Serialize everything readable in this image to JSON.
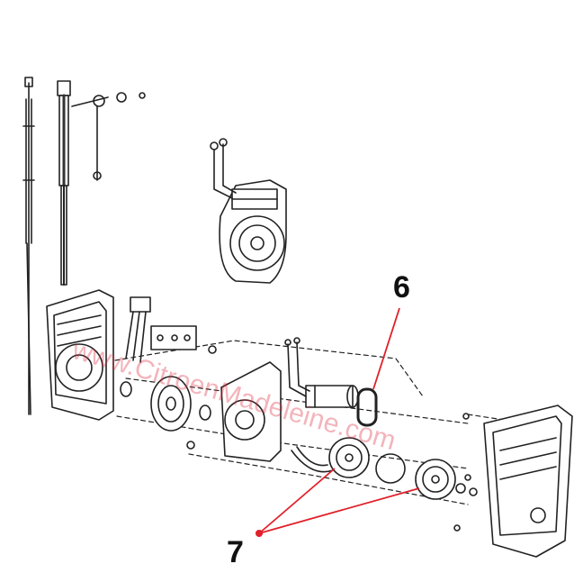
{
  "diagram": {
    "callouts": [
      {
        "id": "6",
        "label": "6"
      },
      {
        "id": "7",
        "label": "7"
      }
    ],
    "watermark": "www.CitroenMadeleine.com",
    "colors": {
      "ink": "#111111",
      "leader": "#e0202a",
      "watermark": "#dc283c"
    },
    "icons": [
      "power-antenna-assembly",
      "antenna-motor",
      "reel-gear",
      "drive-belt",
      "housing-cover"
    ]
  }
}
